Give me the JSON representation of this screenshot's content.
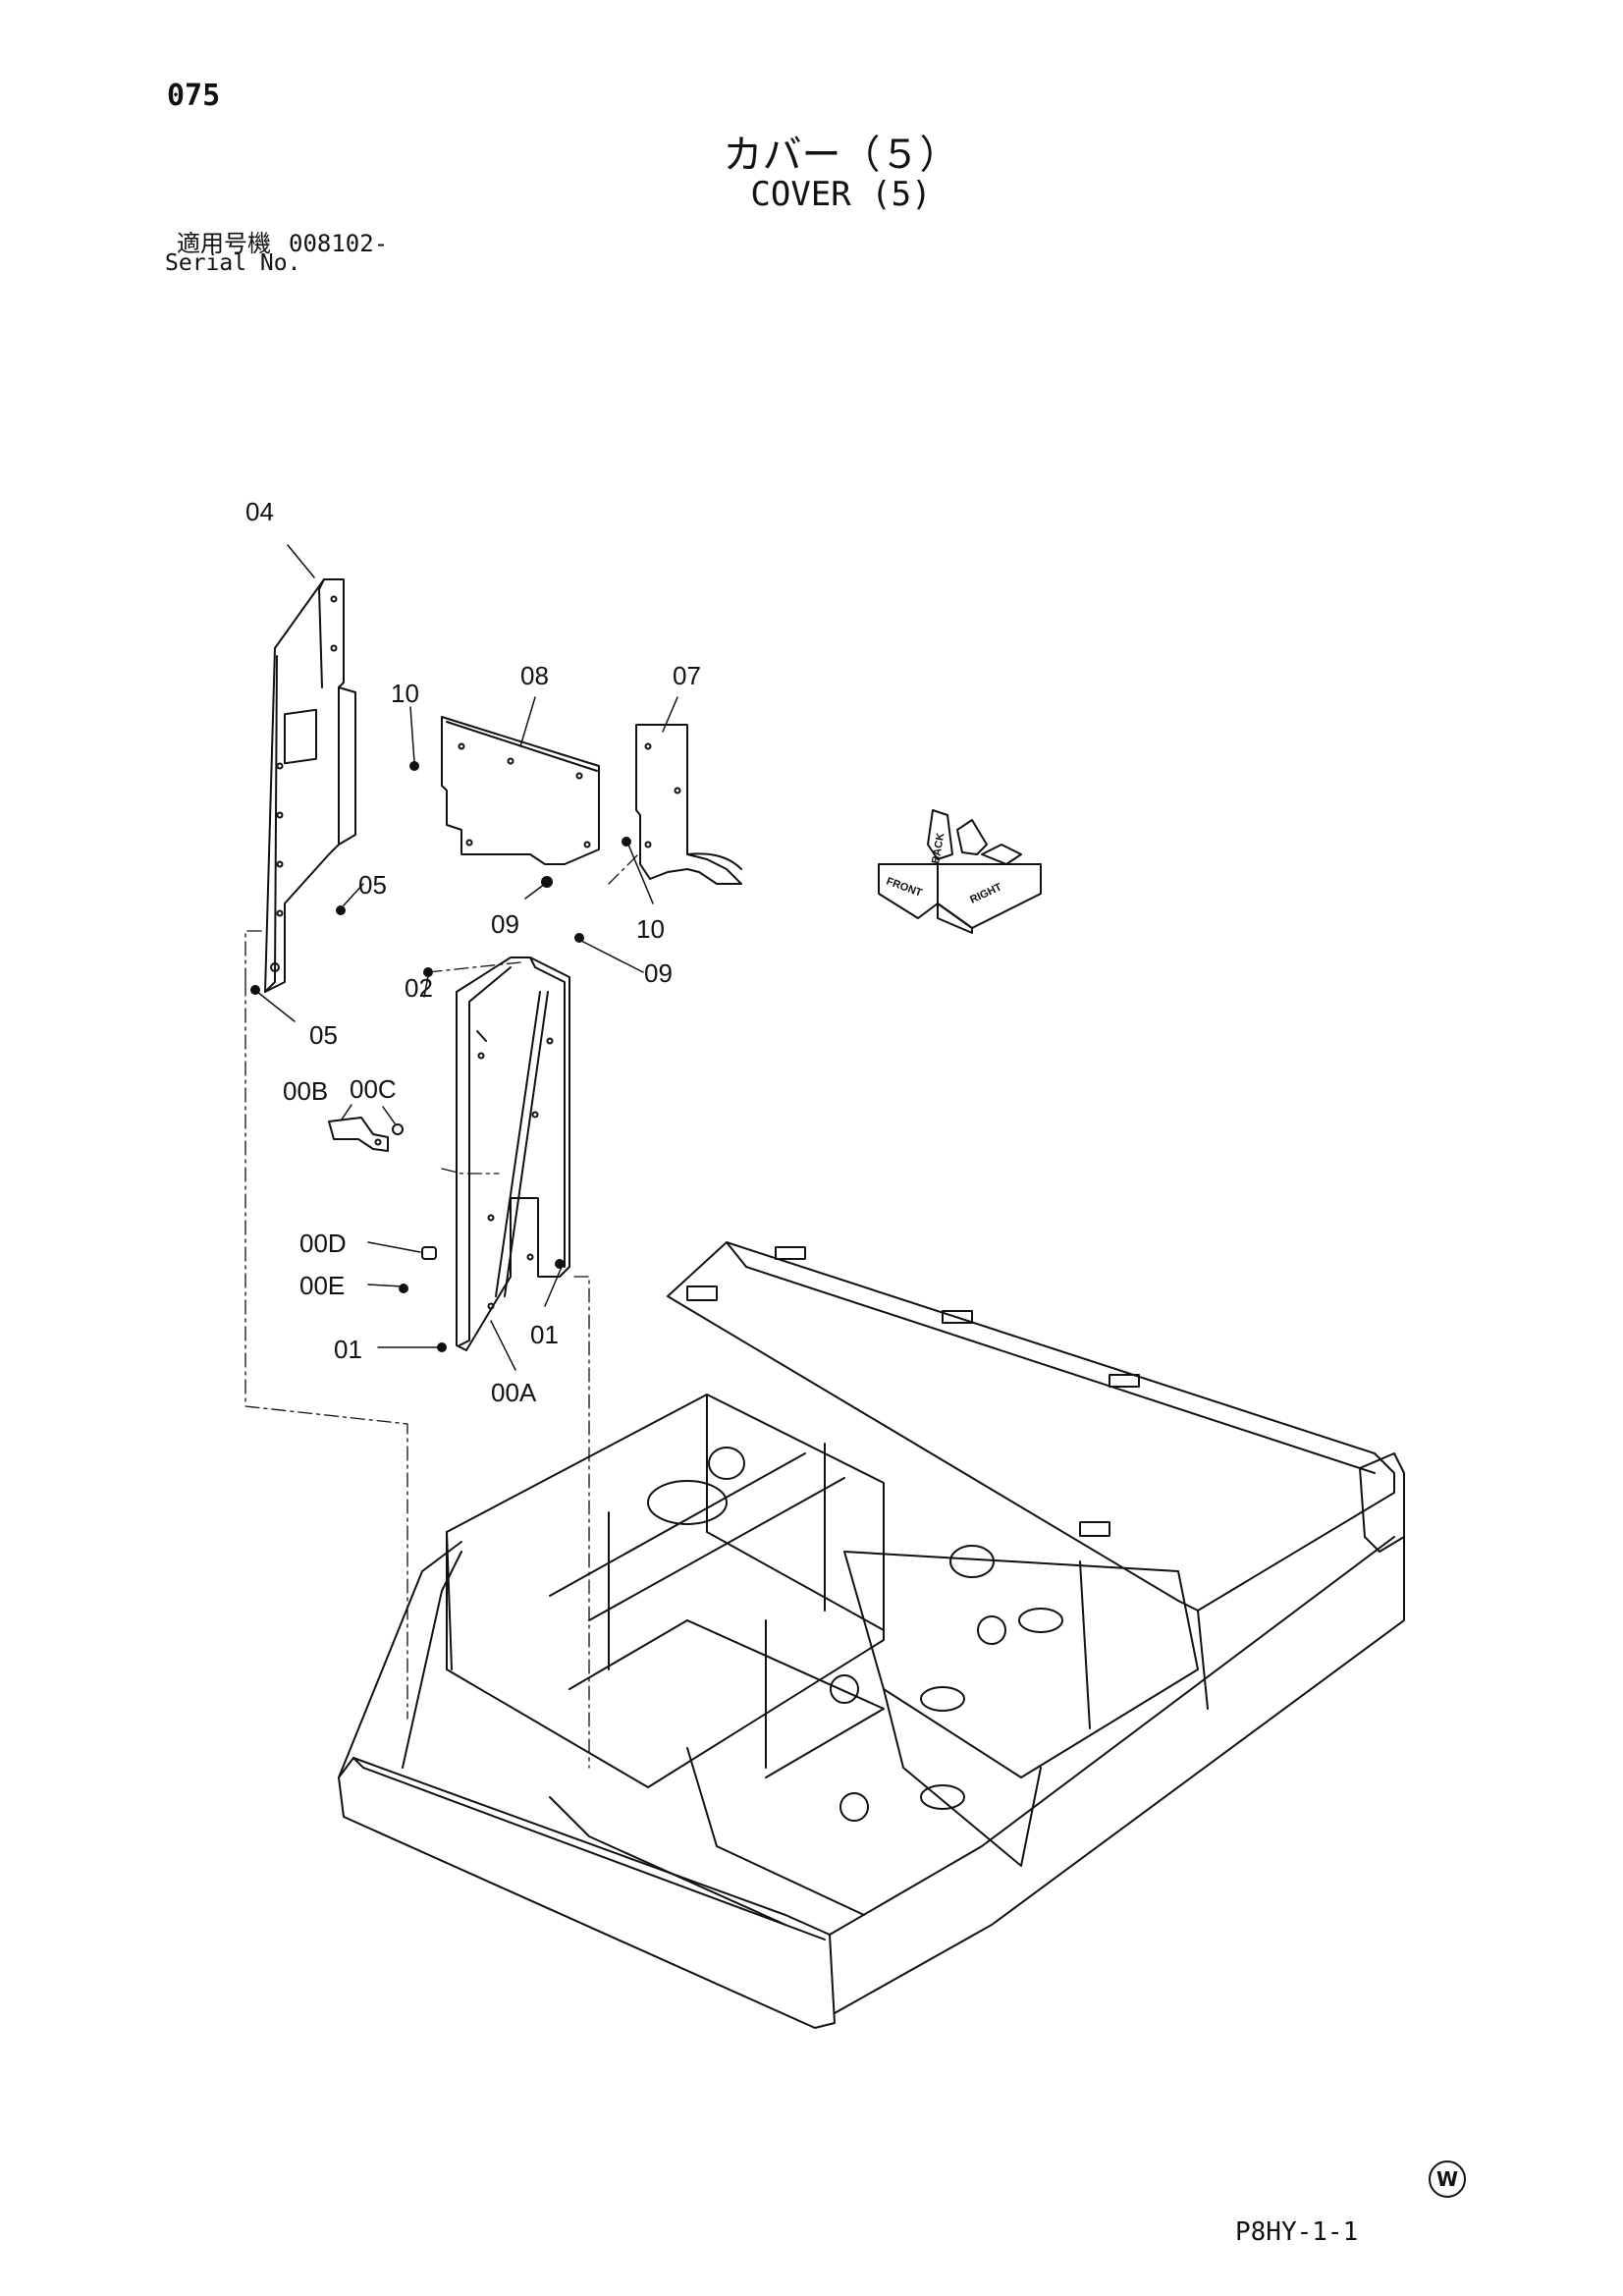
{
  "header": {
    "page_number": "075",
    "title_jp": "カバー（５）",
    "title_en": "COVER (5)",
    "serial_label_jp": "適用号機",
    "serial_value": "008102-",
    "serial_label_en": "Serial No."
  },
  "diagram": {
    "callouts": [
      "04",
      "10",
      "08",
      "07",
      "05",
      "09",
      "10",
      "09",
      "02",
      "05",
      "00B",
      "00C",
      "00D",
      "00E",
      "01",
      "01",
      "00A"
    ],
    "orientation_indicator": [
      "FRONT",
      "RIGHT",
      "BACK"
    ]
  },
  "footer": {
    "watermark_symbol": "W",
    "reference_code": "P8HY-1-1"
  }
}
